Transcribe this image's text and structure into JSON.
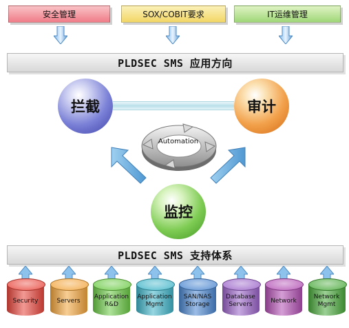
{
  "top_tabs": [
    "安全管理",
    "SOX/COBIT要求",
    "IT运维管理"
  ],
  "top_bar": "PLDSEC SMS 应用方向",
  "spheres": {
    "intercept": "拦截",
    "audit": "审计",
    "monitor": "监控"
  },
  "automation": "Automation",
  "bottom_bar": "PLDSEC SMS 支持体系",
  "cylinders": [
    {
      "line1": "Security",
      "line2": "",
      "color": "#e8463c"
    },
    {
      "line1": "Servers",
      "line2": "",
      "color": "#f2a53c"
    },
    {
      "line1": "Application",
      "line2": "R&D",
      "color": "#6ccb46"
    },
    {
      "line1": "Application",
      "line2": "Mgmt",
      "color": "#3fb4c8"
    },
    {
      "line1": "SAN/NAS",
      "line2": "Storage",
      "color": "#4a86cf"
    },
    {
      "line1": "Database",
      "line2": "Servers",
      "color": "#9a63c8"
    },
    {
      "line1": "Network",
      "line2": "",
      "color": "#b24fb3"
    },
    {
      "line1": "Network",
      "line2": "Mgmt",
      "color": "#4aa93c"
    }
  ]
}
